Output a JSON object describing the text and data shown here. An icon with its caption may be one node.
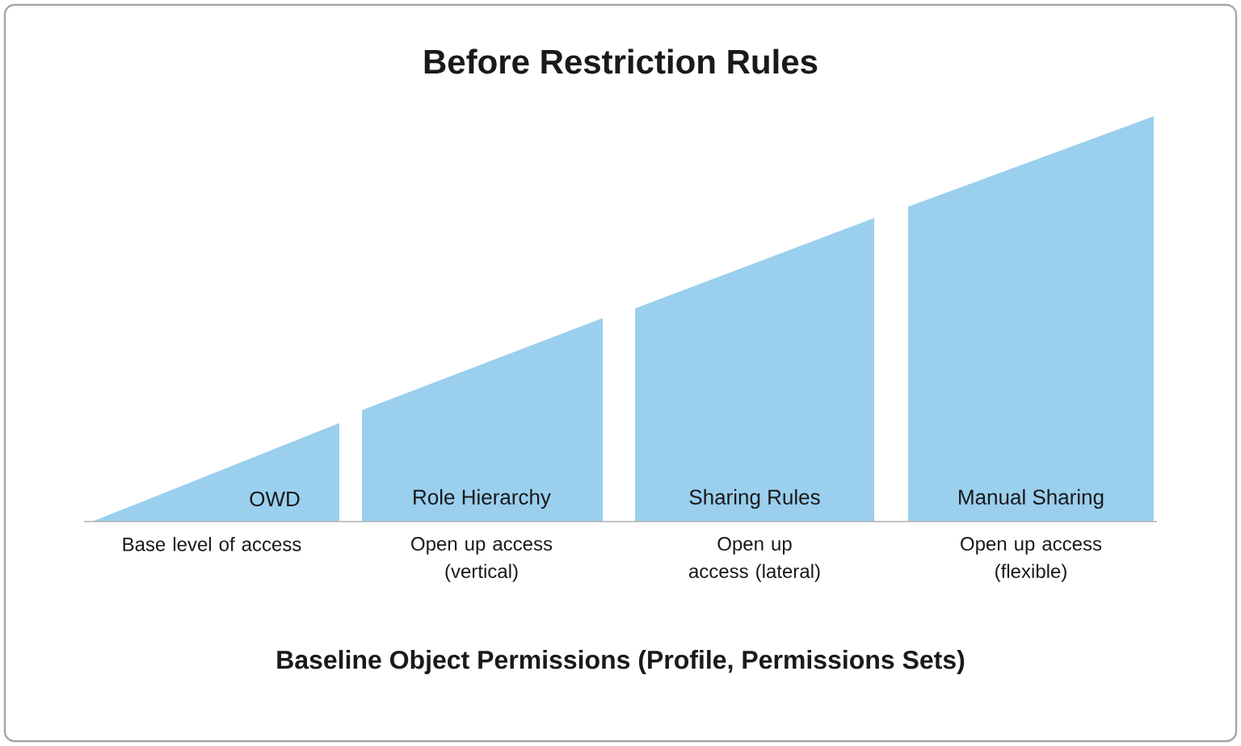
{
  "diagram": {
    "title": "Before Restriction Rules",
    "nodes": [
      {
        "text": [
          "OWD"
        ],
        "beside": [
          "Base level of access"
        ]
      },
      {
        "text": [
          "Role Hierarchy"
        ],
        "beside": [
          "Open up access (vertical)"
        ]
      },
      {
        "text": [
          "Sharing Rules"
        ],
        "beside": [
          "Open up access (lateral)"
        ]
      },
      {
        "text": [
          "Manual Sharing"
        ],
        "beside": [
          "Open up access (flexible)"
        ]
      }
    ],
    "labels": [
      "Baseline Object Permissions (Profile, Permissions Sets)"
    ]
  }
}
